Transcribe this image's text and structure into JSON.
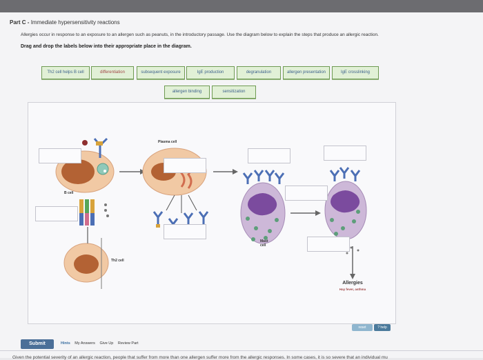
{
  "header": {
    "part_label": "Part C -",
    "part_title": "Immediate hypersensitivity reactions"
  },
  "instructions": {
    "line1": "Allergies occur in response to an exposure to an allergen such as peanuts, in the introductory passage. Use the diagram below to explain the steps that produce an allergic reaction.",
    "line2": "Drag and drop the labels below into their appropriate place in the diagram."
  },
  "labels": [
    "Th2 cell helps B cell",
    "differentiation",
    "subsequent exposure",
    "IgE production",
    "degranulation",
    "allergen presentation",
    "IgE crosslinking",
    "allergen binding",
    "sensitization"
  ],
  "diagram": {
    "plasma_cell": "Plasma cell",
    "b_cell": "B cell",
    "th2_cell": "Th2 cell",
    "mast_cell": "Mast cell",
    "allergies": "Allergies",
    "allergies_sub": "Hay fever, asthma"
  },
  "controls": {
    "reset": "reset",
    "help": "? help",
    "submit": "Submit",
    "hints": "Hints",
    "my_answers": "My Answers",
    "give_up": "Give Up",
    "review_part": "Review Part"
  },
  "footer": {
    "text": "Given the potential severity of an allergic reaction, people that suffer from more than one allergen suffer more from the allergic responses. In some cases, it is so severe that an individual mu"
  },
  "colors": {
    "tile_bg": "#e1f0d6",
    "tile_border": "#6e9a52",
    "submit": "#4b6f98"
  }
}
